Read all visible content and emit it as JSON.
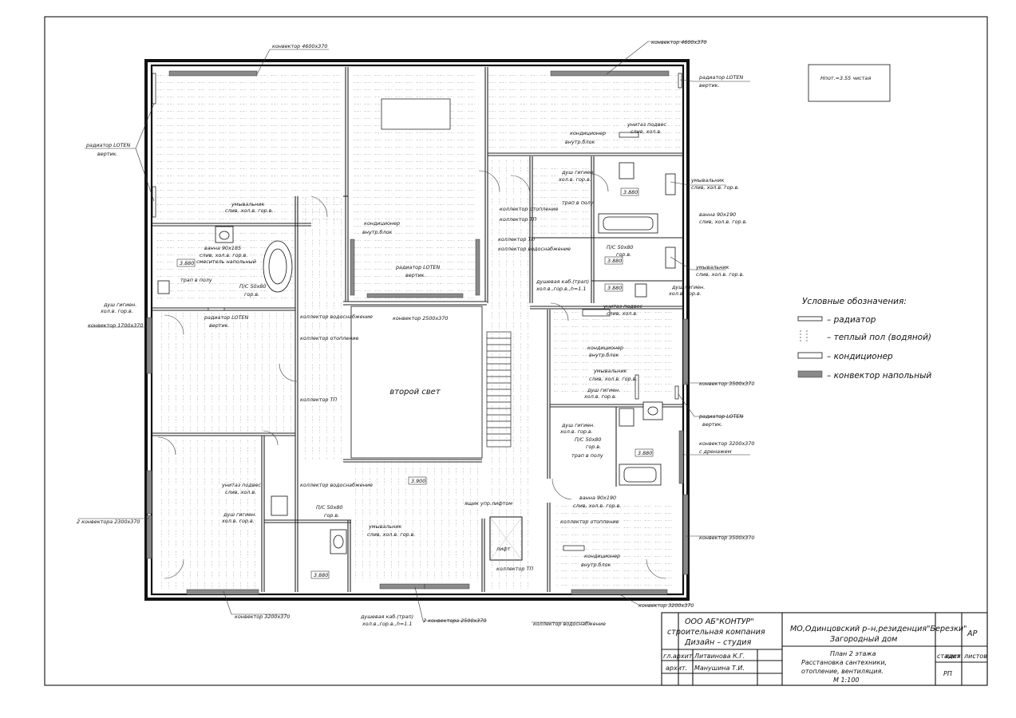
{
  "note_height": "Нпот.=3.55 чистая",
  "second_light": "второй свет",
  "legend": {
    "title": "Условные обозначения:",
    "items": [
      {
        "key": "radiator",
        "text": "– радиатор"
      },
      {
        "key": "floor",
        "text": "– теплый пол (водяной)"
      },
      {
        "key": "ac",
        "text": "– кондиционер"
      },
      {
        "key": "convector",
        "text": "– конвектор напольный"
      }
    ]
  },
  "title_block": {
    "company_line1": "ООО АБ\"КОНТУР\"",
    "company_line2": "строительная компания",
    "company_line3": "Дизайн – студия",
    "project_line1": "МО,Одинцовский р–н,резиденция\"Березки\"",
    "project_line2": "Загородный дом",
    "code": "АР",
    "role1": "гл.архит.",
    "name1": "Литвинова К.Г.",
    "role2": "архит.",
    "name2": "Манушина Т.И.",
    "sheet_line1": "План 2 этажа",
    "sheet_line2": "Расстановка сантехники,",
    "sheet_line3": "отопление, вентиляция.",
    "sheet_line4": "М 1:100",
    "col_stage": "стадия",
    "col_sheet": "лист",
    "col_sheets": "листов",
    "stage_value": "РП"
  },
  "labels": {
    "conv_4600_left": "конвектор 4600х370",
    "conv_4600_right": "конвектор 4600х370",
    "rad_loten_tr_1": "радиатор LOTEN",
    "rad_loten_tr_2": "вертик.",
    "rad_loten_l_1": "радиатор LOTEN",
    "rad_loten_l_2": "вертик.",
    "unitaz_tr_1": "унитаз подвес",
    "unitaz_tr_2": "слив, хол.в.",
    "conditioner_tr_1": "кондиционер",
    "conditioner_tr_2": "внутр.блок",
    "shower_tr_1": "душ гигиен.",
    "shower_tr_2": "хол.в. гор.в.",
    "trap_tr": "трап в полу",
    "umyv_tr_1": "умывальник",
    "umyv_tr_2": "слив, хол.в. гор.в.",
    "kol_otop_tr": "коллектор отопление",
    "vanna_tr_1": "ванна 90х190",
    "vanna_tr_2": "слив, хол.в. гор.в.",
    "kol_tp_tr": "коллектор ТП",
    "kol_vodo_tr": "коллектор водоснабжение",
    "pvs_tr_1": "П/С 50х80",
    "pvs_tr_2": "гор.в.",
    "umyv_tr2_1": "умывальник",
    "umyv_tr2_2": "слив, хол.в. гор.в.",
    "dush_kab_1": "душевая каб.(трап)",
    "dush_kab_2": "хол.в.,гор.в.,h=1.1",
    "dush_gig_mr_1": "душ гигиен.",
    "dush_gig_mr_2": "хол.в. гор.в.",
    "unitaz_mr_1": "унитаз подвес",
    "unitaz_mr_2": "слив, хол.в.",
    "conditioner_c_1": "кондиционер",
    "conditioner_c_2": "внутр.блок",
    "umyv_tl_1": "умывальник",
    "umyv_tl_2": "слив, хол.в. гор.в.",
    "vanna_l_1": "ванна 90х185",
    "vanna_l_2": "слив, хол.в. гор.в.",
    "vanna_l_3": "смеситель напольный",
    "rad_loten_c_1": "радиатор LOTEN",
    "rad_loten_c_2": "вертик.",
    "trap_l": "трап в полу",
    "pvs_l_1": "П/С 50х80",
    "pvs_l_2": "гор.в.",
    "dush_gig_l_1": "душ гигиен.",
    "dush_gig_l_2": "хол.в. гор.в.",
    "conv_1700": "конвектор 1700х370",
    "rad_loten_l2_1": "радиатор LOTEN",
    "rad_loten_l2_2": "вертик.",
    "kol_vodo_c": "коллектор водоснабжение",
    "conv_2500_top": "конвектор 2500х370",
    "kol_otop_c": "коллектор отопление",
    "kol_tp_c": "коллектор ТП",
    "umyv_r_1": "умывальник",
    "umyv_r_2": "слив, хол.в. гор.в.",
    "dush_gig_r_1": "душ гигиен.",
    "dush_gig_r_2": "хол.в. гор.в.",
    "conv_3500_r1": "конвектор 3500х370",
    "rad_loten_r_1": "радиатор LOTEN",
    "rad_loten_r_2": "вертик.",
    "dush_gig_r2_1": "душ гигиен.",
    "dush_gig_r2_2": "хол.в. гор.в.",
    "pvs_r_1": "П/С 50х80",
    "pvs_r_2": "гор.в.",
    "trap_r": "трап в полу",
    "conv_3200_r_1": "конвектор 3200х370",
    "conv_3200_r_2": "с дренажем",
    "unitaz_bl_1": "унитаз подвес",
    "unitaz_bl_2": "слив, хол.в.",
    "kol_vodo_bc": "коллектор водоснабжение",
    "dush_gig_bl_1": "душ гигиен.",
    "dush_gig_bl_2": "хол.в. гор.в.",
    "conv_2x2300": "2 конвектора 2300х370",
    "pvs_bc_1": "П/С 50х80",
    "pvs_bc_2": "гор.в.",
    "umyv_bc_1": "умывальник",
    "umyv_bc_2": "слив, хол.в. гор.в.",
    "vanna_br_1": "ванна 90х190",
    "vanna_br_2": "слив, хол.в. гор.в.",
    "yashik": "ящик упр.лифтом",
    "kol_otop_br": "коллектор отопление",
    "conv_3500_r2": "конвектор 3500х370",
    "conditioner_br_1": "кондиционер",
    "conditioner_br_2": "внутр.блок",
    "lift": "лифт",
    "kol_tp_b": "коллектор ТП",
    "conv_3200_b": "конвектор 3200х370",
    "conv_2x2500": "2 конвектора 2500х370",
    "dush_kab_b_1": "душевая каб.(трап)",
    "dush_kab_b_2": "хол.в.,гор.в.,h=1.1",
    "kol_vodo_b": "коллектор водоснабжение",
    "conv_3200_br": "конвектор 3200х370",
    "lvl_3880_a": "3.880",
    "lvl_3880_b": "3.880",
    "lvl_3880_c": "3.880",
    "lvl_3880_d": "3.880",
    "lvl_3880_e": "3.880",
    "lvl_3880_f": "3.880",
    "lvl_3900": "3.900"
  }
}
